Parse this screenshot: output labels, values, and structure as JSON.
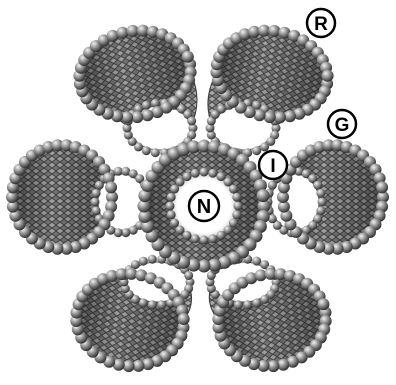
{
  "labels": {
    "N": "N",
    "R": "R",
    "G": "G",
    "I": "I"
  },
  "colors": {
    "sphere_light": "#e6e6e6",
    "sphere_mid": "#8f8f8f",
    "sphere_dark": "#3a3a3a",
    "tube_inner": "#6b6b6b",
    "tube_shadow": "#2e2e2e",
    "label_fill": "#ffffff",
    "label_stroke": "#000000"
  }
}
